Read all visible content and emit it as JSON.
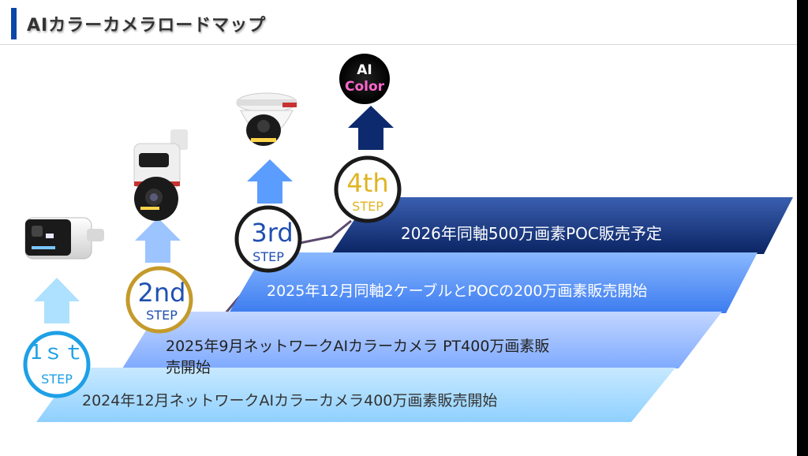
{
  "title": "AIカラーカメラロードマップ",
  "colors": {
    "accent": "#0a46a8",
    "band1": "#b8dcff",
    "band2": "#8bb8ff",
    "band3": "#4a86f0",
    "band4": "#0d2a6e",
    "step1": "#1ea0e6",
    "step2": "#c49a2a",
    "step3": "#1a1a1a",
    "step4": "#e0b422",
    "arrow_light": "#aee0ff",
    "arrow_mid": "#9cc4ff",
    "arrow_blue": "#5b9cff",
    "arrow_navy": "#0d2a6e"
  },
  "steps": [
    {
      "num": "1ｓｔ",
      "label": "STEP"
    },
    {
      "num": "2nd",
      "label": "STEP"
    },
    {
      "num": "3rd",
      "label": "STEP"
    },
    {
      "num": "4th",
      "label": "STEP"
    }
  ],
  "bands": [
    {
      "text": "2024年12月ネットワークAIカラーカメラ400万画素販売開始"
    },
    {
      "text_line1": "2025年9月ネットワークAIカラーカメラ PT400万画素販",
      "text_line2": "売開始"
    },
    {
      "text": "2025年12月同軸2ケーブルとPOCの200万画素販売開始"
    },
    {
      "text": "2026年同軸500万画素POC販売予定"
    }
  ],
  "badge": {
    "line1": "AI",
    "line2": "Color"
  },
  "icons": [
    "bullet-camera-icon",
    "ptz-camera-icon",
    "dome-camera-icon",
    "ai-color-badge-icon"
  ]
}
